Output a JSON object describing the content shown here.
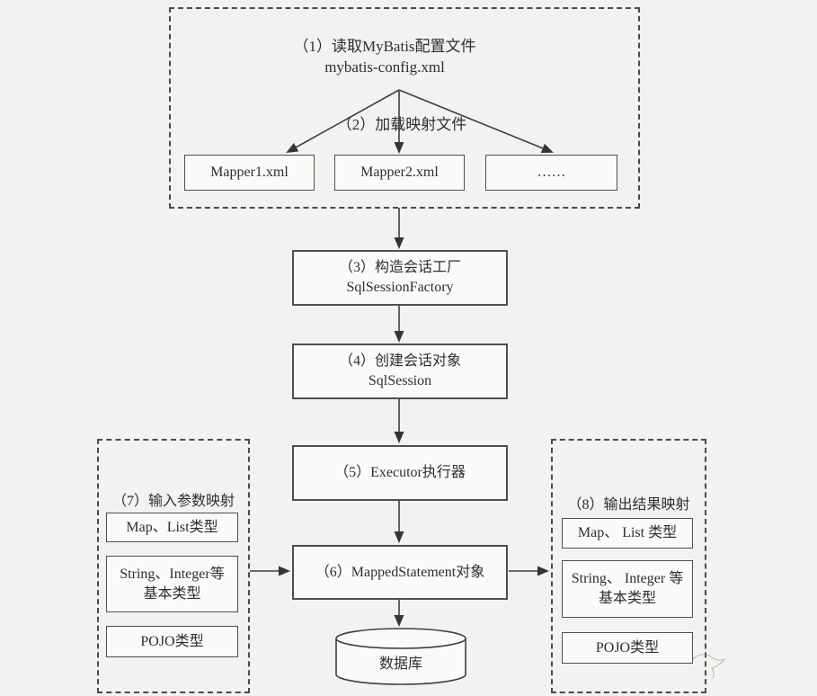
{
  "colors": {
    "background": "#f3f2f0",
    "box_fill": "#fbfaf8",
    "line": "#3f3f3f",
    "text": "#2e2e2e"
  },
  "config_group": {
    "step1_line1": "（1）读取MyBatis配置文件",
    "step1_line2": "mybatis-config.xml",
    "step2_label": "（2）加载映射文件",
    "mapper_boxes": [
      {
        "label": "Mapper1.xml"
      },
      {
        "label": "Mapper2.xml"
      },
      {
        "label": "……"
      }
    ]
  },
  "flow_boxes": {
    "session_factory": {
      "line1": "（3）构造会话工厂",
      "line2": "SqlSessionFactory"
    },
    "sql_session": {
      "line1": "（4）创建会话对象",
      "line2": "SqlSession"
    },
    "executor": {
      "line1": "（5）Executor执行器"
    },
    "mapped_statement": {
      "line1": "（6）MappedStatement对象"
    }
  },
  "database": {
    "label": "数据库"
  },
  "input_mapping_group": {
    "title": "（7）输入参数映射",
    "items": [
      {
        "line1": "Map、List类型"
      },
      {
        "line1": "String、Integer等",
        "line2": "基本类型"
      },
      {
        "line1": "POJO类型"
      }
    ]
  },
  "output_mapping_group": {
    "title": "（8）输出结果映射",
    "items": [
      {
        "line1": "Map、 List 类型"
      },
      {
        "line1": "String、 Integer 等",
        "line2": "基本类型"
      },
      {
        "line1": "POJO类型"
      }
    ]
  }
}
